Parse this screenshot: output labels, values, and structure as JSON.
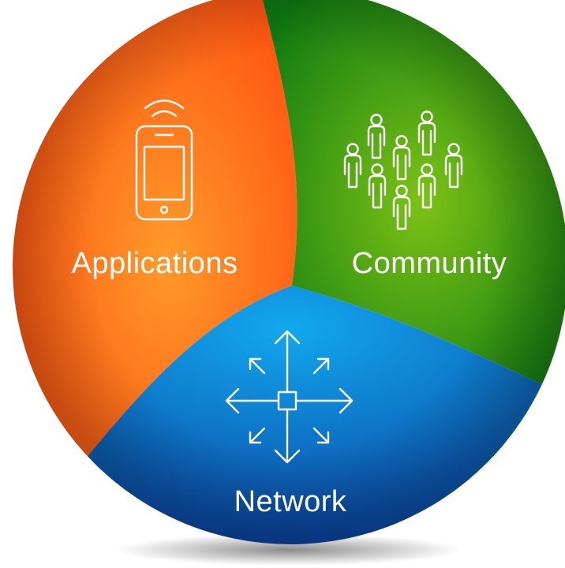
{
  "segments": [
    {
      "id": "applications",
      "label": "Applications",
      "icon": "smartphone-wifi-icon",
      "color_light": "#ff9a2a",
      "color_dark": "#ff4d0f"
    },
    {
      "id": "community",
      "label": "Community",
      "icon": "people-group-icon",
      "color_light": "#7cc215",
      "color_dark": "#0e7a12"
    },
    {
      "id": "network",
      "label": "Network",
      "icon": "network-arrows-icon",
      "color_light": "#12a8ee",
      "color_dark": "#0a3f9f"
    }
  ]
}
